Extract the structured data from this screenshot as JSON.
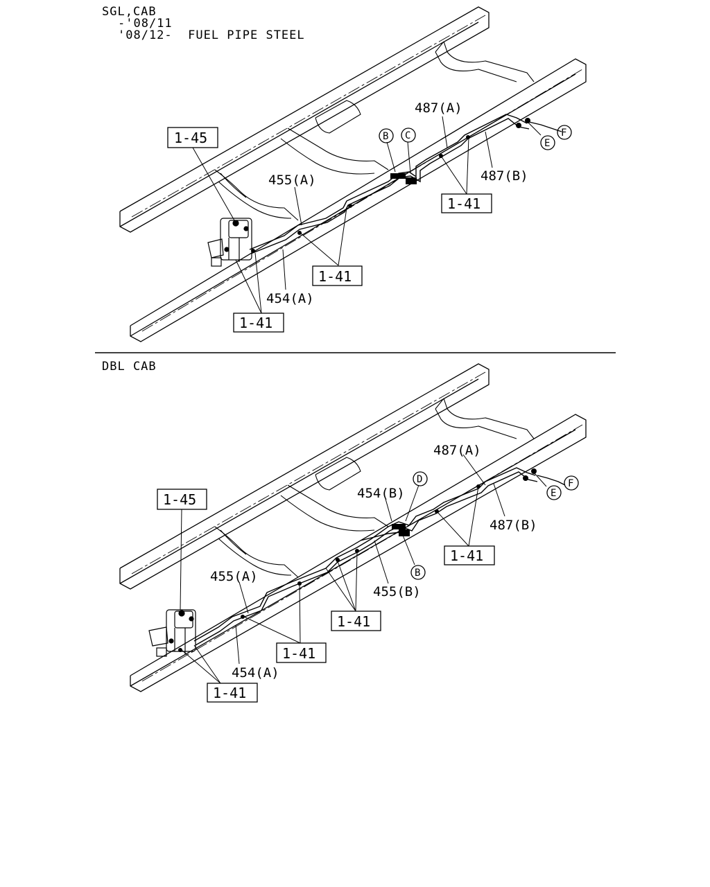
{
  "header": {
    "line1": "SGL,CAB",
    "line2": "-'08/11",
    "line3": "'08/12-  FUEL PIPE STEEL",
    "dbl_title": "DBL CAB"
  },
  "sgl": {
    "ref_145": "1-45",
    "ref_141_a": "1-41",
    "ref_141_b": "1-41",
    "ref_141_c": "1-41",
    "p455a": "455(A)",
    "p454a": "454(A)",
    "p487a": "487(A)",
    "p487b": "487(B)",
    "circ_b": "B",
    "circ_c": "C",
    "circ_e": "E",
    "circ_f": "F"
  },
  "dbl": {
    "ref_145": "1-45",
    "ref_141_a": "1-41",
    "ref_141_b": "1-41",
    "ref_141_c": "1-41",
    "ref_141_d": "1-41",
    "p455a": "455(A)",
    "p455b": "455(B)",
    "p454a": "454(A)",
    "p454b": "454(B)",
    "p487a": "487(A)",
    "p487b": "487(B)",
    "circ_b": "B",
    "circ_d": "D",
    "circ_e": "E",
    "circ_f": "F"
  }
}
